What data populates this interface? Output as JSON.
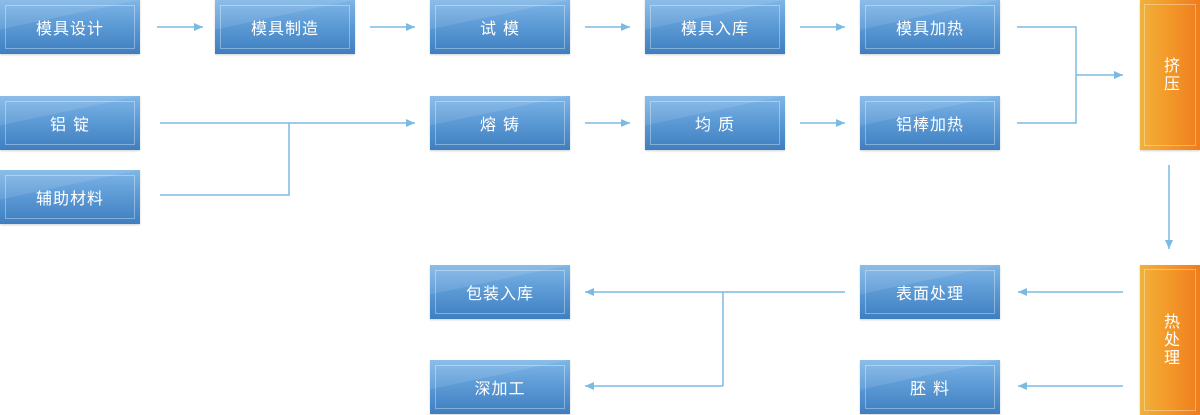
{
  "nodes": {
    "mold_design": "模具设计",
    "mold_making": "模具制造",
    "trial_mold": "试 模",
    "mold_storage": "模具入库",
    "mold_heating": "模具加热",
    "aluminum_ingot": "铝 锭",
    "auxiliary_materials": "辅助材料",
    "casting": "熔 铸",
    "homogenizing": "均 质",
    "rod_heating": "铝棒加热",
    "extrusion": "挤压",
    "heat_treatment": "热处理",
    "surface_treatment": "表面处理",
    "blank": "胚 料",
    "pack_storage": "包装入库",
    "deep_processing": "深加工"
  },
  "colors": {
    "box_blue": "#5d9bd6",
    "box_orange": "#f39a2a",
    "connector": "#7bbbe3"
  }
}
